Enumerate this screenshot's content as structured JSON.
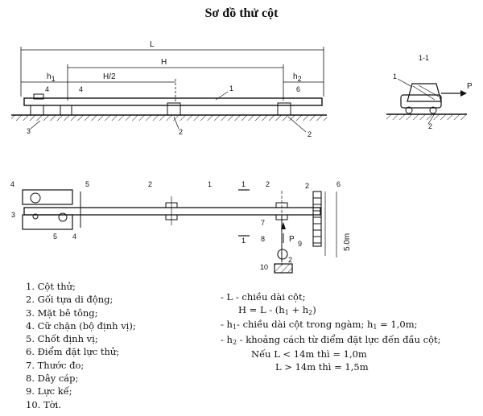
{
  "title": "Sơ đồ thử cột",
  "elevation": {
    "L": "L",
    "H": "H",
    "H_half": "H/2",
    "h1": "h",
    "h1_sub": "1",
    "h2": "h",
    "h2_sub": "2",
    "callouts": [
      "1",
      "2",
      "2",
      "3",
      "4",
      "4",
      "6"
    ]
  },
  "section": {
    "label": "1-1",
    "force": "P",
    "callouts": [
      "1",
      "2"
    ]
  },
  "plan": {
    "force": "P",
    "dimension": "5.0m",
    "cut_mark": "1",
    "callouts": [
      "1",
      "2",
      "2",
      "2",
      "2",
      "3",
      "4",
      "4",
      "5",
      "5",
      "6",
      "7",
      "8",
      "9",
      "10"
    ]
  },
  "legend": [
    "1. Cột thử;",
    "2. Gối tựa di động;",
    "3. Mặt bê tông;",
    "4. Cữ chặn (bộ định vị);",
    "5. Chốt định vị;",
    "6. Điểm đặt lực thử;",
    "7. Thước đo;",
    "8. Dây cáp;",
    "9. Lực kế;",
    "10. Tời."
  ],
  "notes": {
    "line1": "-  L - chiều dài cột;",
    "line2": "H = L - (h",
    "line2_s1": "1",
    "line2_mid": " + h",
    "line2_s2": "2",
    "line2_end": ")",
    "line3": "- h",
    "line3_s": "1",
    "line3_end": "- chiều dài cột trong ngàm; h",
    "line3_s2": "1",
    "line3_val": " = 1,0m;",
    "line4": "- h",
    "line4_s": "2",
    "line4_end": " - khoảng cách từ điểm đặt lực đến đầu cột;",
    "line5": "Nếu L  < 14m thì = 1,0m",
    "line6": "L  > 14m thì = 1,5m"
  }
}
